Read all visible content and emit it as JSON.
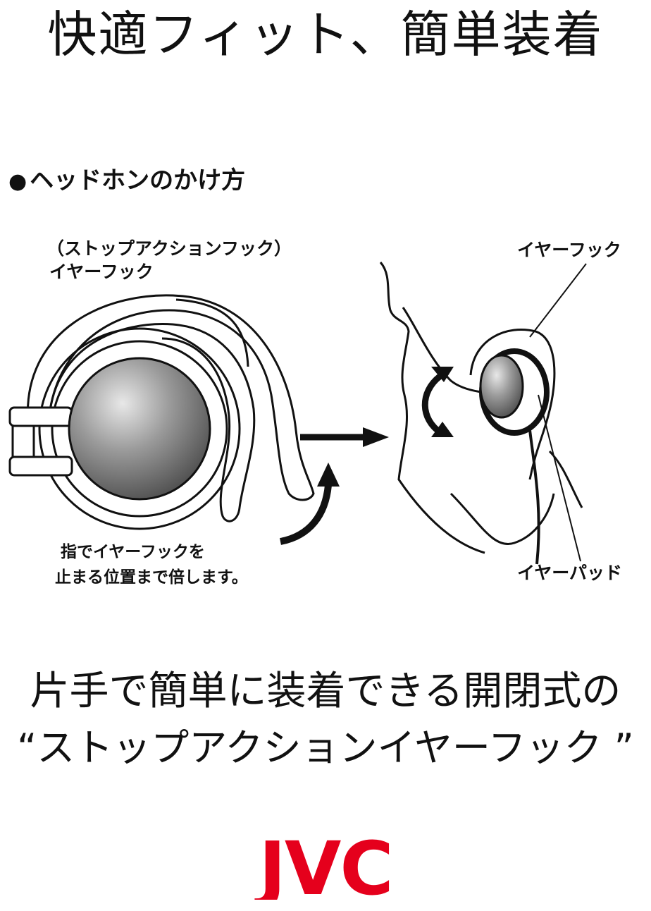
{
  "header": {
    "title": "快適フィット、簡単装着"
  },
  "section": {
    "bullet": "●",
    "title": "ヘッドホンのかけ方"
  },
  "diagram": {
    "left_caption_line1": "（ストップアクションフック）",
    "left_caption_line2": "イヤーフック",
    "instruction_line1": "指でイヤーフックを",
    "instruction_line2": "止まる位置まで倍します。",
    "right_label_hook": "イヤーフック",
    "right_label_pad": "イヤーパッド"
  },
  "tagline": {
    "line1": "片手で簡単に装着できる開閉式の",
    "line2": "“ストップアクションイヤーフック ”"
  },
  "brand": {
    "logo_text": "JVC",
    "color": "#e5001c"
  }
}
